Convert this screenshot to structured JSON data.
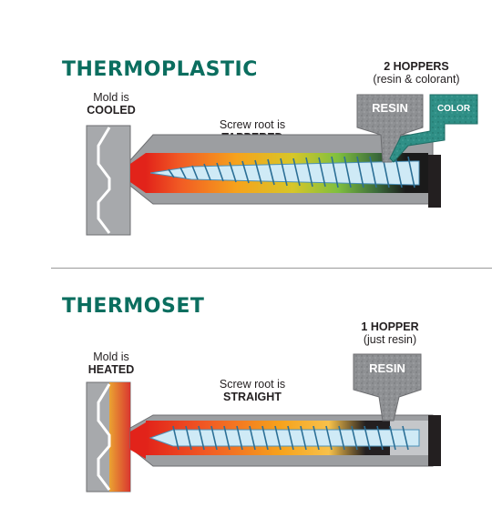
{
  "sections": [
    {
      "title": "THERMOPLASTIC",
      "mold_line1": "Mold is",
      "mold_line2": "COOLED",
      "screw_line1": "Screw root is",
      "screw_line2": "TAPPERED",
      "hopper_line1": "2 HOPPERS",
      "hopper_line2": "(resin & colorant)",
      "hopper_labels": [
        "RESIN",
        "COLOR"
      ]
    },
    {
      "title": "THERMOSET",
      "mold_line1": "Mold is",
      "mold_line2": "HEATED",
      "screw_line1": "Screw root is",
      "screw_line2": "STRAIGHT",
      "hopper_line1": "1 HOPPER",
      "hopper_line2": "(just resin)",
      "hopper_labels": [
        "RESIN"
      ]
    }
  ],
  "colors": {
    "title": "#0b6e5f",
    "mold": "#a7a9ac",
    "barrel": "#9c9ea1",
    "resin_hopper": "#8f9194",
    "color_hopper": "#2f8f86",
    "screw": "#cfeaf6",
    "heat_hot": "#e2231a",
    "heat_warm": "#f6a21c",
    "heat_cool": "#7fbf3f"
  }
}
